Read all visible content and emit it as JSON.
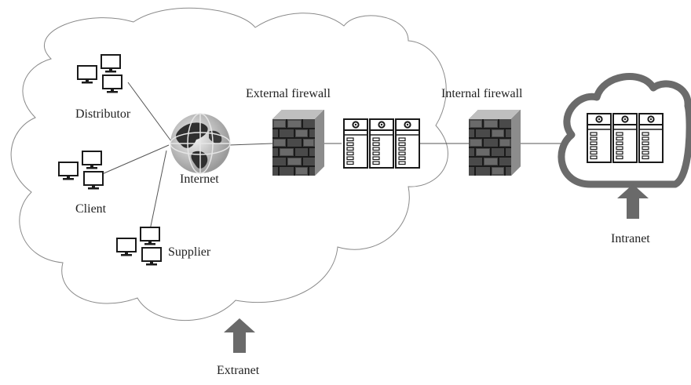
{
  "labels": {
    "distributor": "Distributor",
    "client": "Client",
    "supplier": "Supplier",
    "internet": "Internet",
    "external_firewall": "External firewall",
    "internal_firewall": "Internal firewall",
    "extranet": "Extranet",
    "intranet": "Intranet"
  },
  "colors": {
    "cloud_outline": "#8a8a8a",
    "intranet_cloud": "#6b6b6b",
    "brick": "#4a4a4a",
    "arrow": "#6a6a6a",
    "line": "#555555"
  },
  "icons": [
    "computer-cluster-icon",
    "globe-icon",
    "firewall-icon",
    "server-rack-icon",
    "cloud-icon",
    "up-arrow-icon"
  ]
}
